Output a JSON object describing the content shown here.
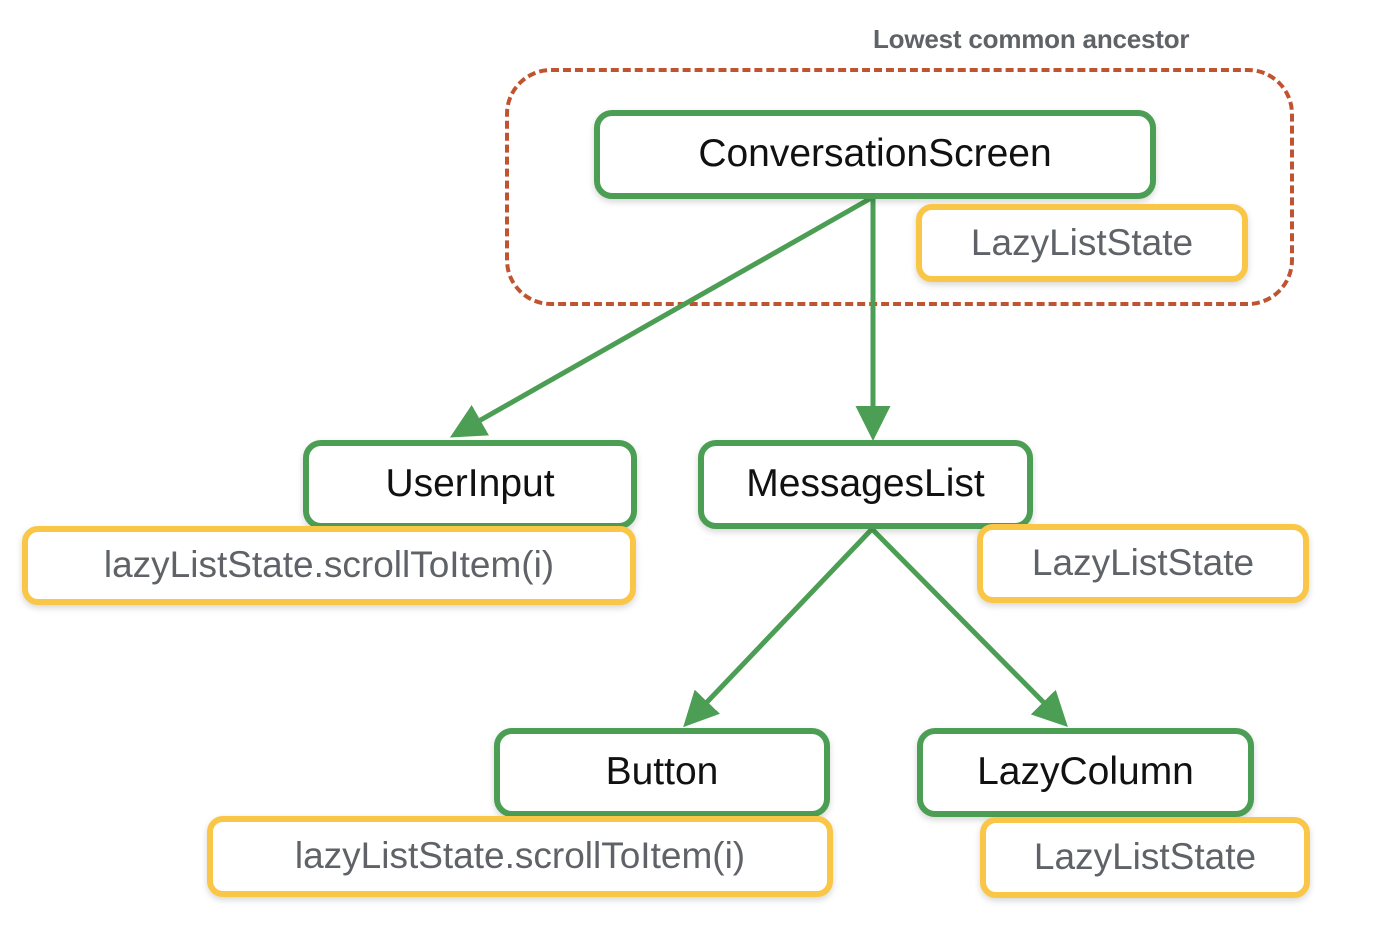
{
  "diagram": {
    "type": "composable-hierarchy-tree",
    "background_color": "#ffffff",
    "annotation": {
      "text": "Lowest common ancestor",
      "color": "#5f6368"
    },
    "colors": {
      "composable_border": "#4c9e54",
      "state_border": "#fac647",
      "ancestor_dashed_border": "#c15430",
      "composable_text": "#111111",
      "state_text": "#5f6368",
      "arrow": "#4c9e54"
    },
    "nodes": {
      "conversation_screen": {
        "label": "ConversationScreen",
        "kind": "composable"
      },
      "conversation_screen_state": {
        "label": "LazyListState",
        "kind": "state"
      },
      "user_input": {
        "label": "UserInput",
        "kind": "composable"
      },
      "user_input_state": {
        "label": "lazyListState.scrollToItem(i)",
        "kind": "state"
      },
      "messages_list": {
        "label": "MessagesList",
        "kind": "composable"
      },
      "messages_list_state": {
        "label": "LazyListState",
        "kind": "state"
      },
      "button": {
        "label": "Button",
        "kind": "composable"
      },
      "button_state": {
        "label": "lazyListState.scrollToItem(i)",
        "kind": "state"
      },
      "lazy_column": {
        "label": "LazyColumn",
        "kind": "composable"
      },
      "lazy_column_state": {
        "label": "LazyListState",
        "kind": "state"
      }
    },
    "edges": [
      {
        "from": "conversation_screen",
        "to": "user_input"
      },
      {
        "from": "conversation_screen",
        "to": "messages_list"
      },
      {
        "from": "messages_list",
        "to": "button"
      },
      {
        "from": "messages_list",
        "to": "lazy_column"
      }
    ]
  }
}
